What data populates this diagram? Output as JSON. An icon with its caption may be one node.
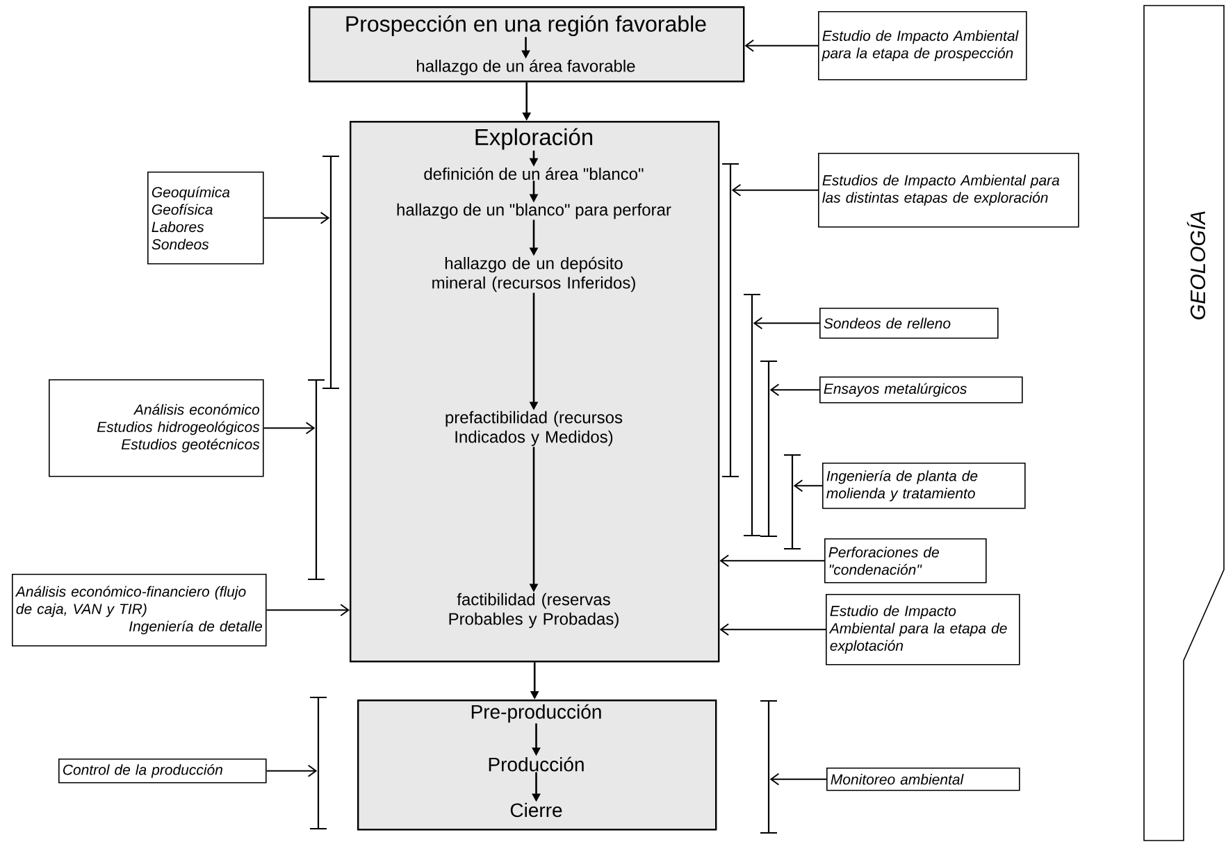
{
  "diagram": {
    "nodes": [
      {
        "text": [],
        "shape": "box"
      },
      {
        "text": [
          "Prospección en una región favorable"
        ],
        "in": 0
      },
      {
        "text": [
          "hallazgo de un área favorable"
        ],
        "in": 0
      },
      {
        "text": [
          "Estudio de Impacto Ambiental para la etapa de prospección"
        ]
      },
      {
        "text": [],
        "shape": "box"
      },
      {
        "text": [
          "Exploración"
        ],
        "in": 4
      },
      {
        "text": [
          "definición de un área \"blanco\""
        ],
        "in": 4
      },
      {
        "text": [
          "hallazgo de un \"blanco\" para perforar"
        ],
        "in": 4
      },
      {
        "text": [
          "hallazgo de un depósito mineral (recursos Inferidos)"
        ],
        "in": 4
      },
      {
        "text": [
          "prefactibilidad (recursos Indicados y Medidos)"
        ],
        "in": 4
      },
      {
        "text": [
          "factibilidad (reservas Probables y Probadas)"
        ],
        "in": 4
      },
      {
        "text": [
          "Geoquímica",
          "Geofísica",
          "Labores",
          "Sondeos"
        ]
      },
      {
        "text": [],
        "shape": "bar"
      },
      {
        "text": [
          "Estudios de Impacto Ambiental para las distintas etapas de exploración"
        ]
      },
      {
        "text": [],
        "shape": "bar"
      },
      {
        "text": [
          "Sondeos de relleno"
        ]
      },
      {
        "text": [],
        "shape": "bar"
      },
      {
        "text": [
          "Ensayos metalúrgicos"
        ]
      },
      {
        "text": [],
        "shape": "bar"
      },
      {
        "text": [
          "Análisis económico",
          "Estudios hidrogeológicos",
          "Estudios geotécnicos"
        ]
      },
      {
        "text": [],
        "shape": "bar"
      },
      {
        "text": [
          "Ingeniería de planta de molienda y tratamiento"
        ]
      },
      {
        "text": [],
        "shape": "bar"
      },
      {
        "text": [
          "Perforaciones de \"condenación\""
        ]
      },
      {
        "text": [
          "Análisis económico-financiero (flujo de caja, VAN y TIR)",
          "Ingeniería de detalle"
        ]
      },
      {
        "text": [
          "Estudio de Impacto Ambiental para la etapa de explotación"
        ]
      },
      {
        "text": [],
        "shape": "box"
      },
      {
        "text": [
          "Pre-producción"
        ],
        "in": 26
      },
      {
        "text": [
          "Producción"
        ],
        "in": 26
      },
      {
        "text": [
          "Cierre"
        ],
        "in": 26
      },
      {
        "text": [
          "Control de la producción"
        ]
      },
      {
        "text": [],
        "shape": "bar"
      },
      {
        "text": [
          "Monitoreo ambiental"
        ]
      },
      {
        "text": [],
        "shape": "bar"
      },
      {
        "text": [
          "GEOLOGÍA"
        ]
      }
    ],
    "edges": [
      {
        "from": 1,
        "to": 2,
        "arrow": "to"
      },
      {
        "from": 3,
        "to": 0,
        "arrow": "to"
      },
      {
        "from": 0,
        "to": 4,
        "arrow": "to"
      },
      {
        "from": 5,
        "to": 6,
        "arrow": "to"
      },
      {
        "from": 6,
        "to": 7,
        "arrow": "to"
      },
      {
        "from": 7,
        "to": 8,
        "arrow": "to"
      },
      {
        "from": 8,
        "to": 9,
        "arrow": "to"
      },
      {
        "from": 9,
        "to": 10,
        "arrow": "to"
      },
      {
        "from": 11,
        "to": 12,
        "arrow": "to"
      },
      {
        "from": 13,
        "to": 14,
        "arrow": "to"
      },
      {
        "from": 15,
        "to": 16,
        "arrow": "to"
      },
      {
        "from": 17,
        "to": 18,
        "arrow": "to"
      },
      {
        "from": 19,
        "to": 20,
        "arrow": "to"
      },
      {
        "from": 21,
        "to": 22,
        "arrow": "to"
      },
      {
        "from": 23,
        "to": 4,
        "arrow": "to"
      },
      {
        "from": 24,
        "to": 4,
        "arrow": "to"
      },
      {
        "from": 25,
        "to": 4,
        "arrow": "to"
      },
      {
        "from": 4,
        "to": 26,
        "arrow": "to"
      },
      {
        "from": 27,
        "to": 28,
        "arrow": "to"
      },
      {
        "from": 28,
        "to": 29,
        "arrow": "to"
      },
      {
        "from": 30,
        "to": 31,
        "arrow": "to"
      },
      {
        "from": 32,
        "to": 33,
        "arrow": "to"
      }
    ]
  }
}
